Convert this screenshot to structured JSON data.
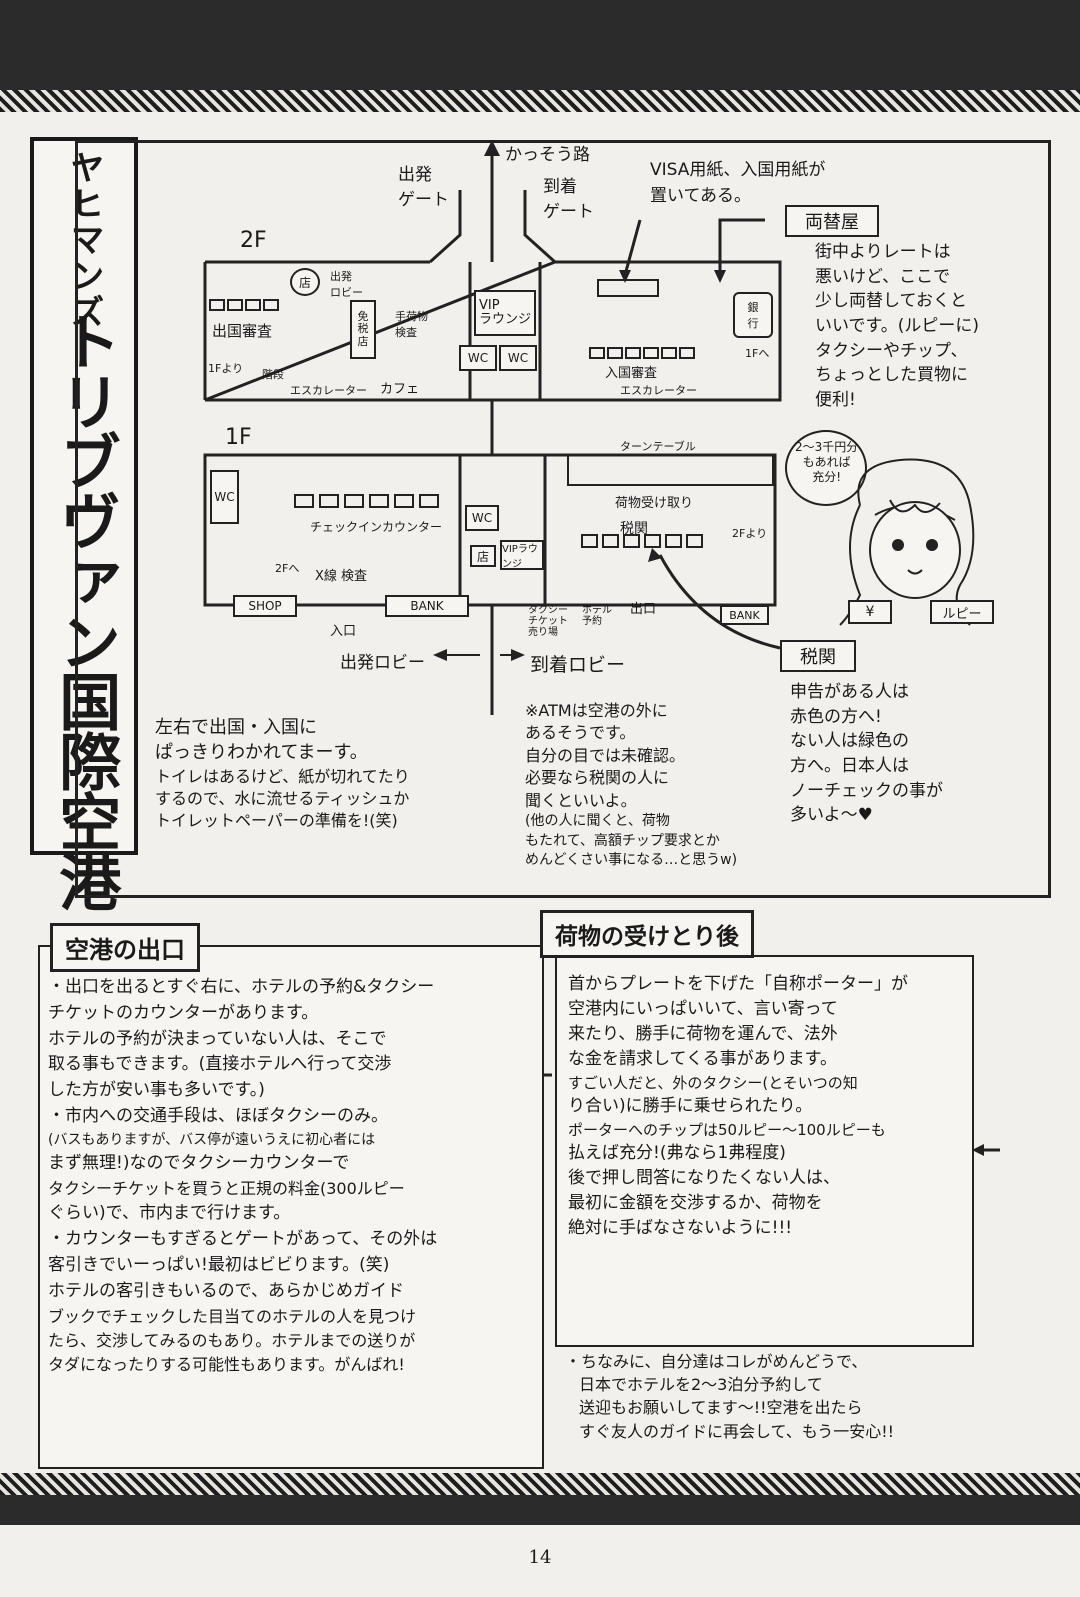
{
  "header": {},
  "title": {
    "subtitle": "ヤヒマンズ",
    "main": "トリブヴァン国際空港"
  },
  "map": {
    "floor2_label": "2F",
    "floor1_label": "1F",
    "top_labels": {
      "departure_gate": "出発\nゲート",
      "runway": "かっそう路",
      "arrival_gate": "到着\nゲート",
      "visa_note": "VISA用紙、入国用紙が\n置いてある。"
    },
    "floor2_rooms": {
      "shop": "店",
      "departure_lobby": "出発\nロビー",
      "departure_check": "出国審査",
      "duty_free": "免\n税\n店",
      "baggage_check": "手荷物\n検査",
      "vip_lounge": "VIP\nラウンジ",
      "wc1": "WC",
      "wc2": "WC",
      "to_1f_left": "1Fより",
      "stairs": "階段",
      "escalator": "エスカレーター",
      "cafe": "カフェ",
      "immigration": "入国審査",
      "escalator2": "エスカレーター",
      "to_1f_right": "1Fへ",
      "bank": "銀\n行"
    },
    "floor1_rooms": {
      "wc_left": "WC",
      "checkin_counter": "チェックインカウンター",
      "wc_mid": "WC",
      "xray": "X線 検査",
      "to_2f": "2Fへ",
      "shop": "SHOP",
      "bank": "BANK",
      "entrance": "入口",
      "shop_icon": "店",
      "vip_lounge": "VIPラウンジ",
      "turntable": "ターンテーブル",
      "baggage_claim": "荷物受け取り",
      "customs": "税関",
      "from_2f": "2Fより",
      "exit": "出口",
      "bank_right": "BANK",
      "taxi_ticket": "タクシー\nチケット\n売り場",
      "hotel_booking": "ホテル\n予約"
    },
    "bottom_labels": {
      "dep_lobby": "出発ロビー",
      "arr_lobby": "到着ロビー"
    },
    "exchange": {
      "label": "両替屋",
      "note": [
        "街中よりレートは",
        "悪いけど、ここで",
        "少し両替しておくと",
        "いいです。(ルピーに)",
        "タクシーやチップ、",
        "ちょっとした買物に",
        "便利!"
      ]
    },
    "speech": "2〜3千円分\nもあれば\n充分!",
    "yen_label": "¥",
    "rupee_label": "ルピー",
    "customs_box": {
      "label": "税関",
      "note": [
        "申告がある人は",
        "赤色の方へ!",
        "ない人は緑色の",
        "方へ。日本人は",
        "ノーチェックの事が",
        "多いよ〜♥"
      ]
    },
    "left_note": [
      "左右で出国・入国に",
      "ぱっきりわかれてまーす。",
      "トイレはあるけど、紙が切れてたり",
      "するので、水に流せるティッシュか",
      "トイレットペーパーの準備を!(笑)"
    ],
    "atm_note": [
      "※ATMは空港の外に",
      "あるそうです。",
      "自分の目では未確認。",
      "必要なら税関の人に",
      "聞くといいよ。",
      "(他の人に聞くと、荷物",
      "もたれて、高額チップ要求とか",
      "めんどくさい事になる…と思うw)"
    ]
  },
  "exit_section": {
    "title": "空港の出口",
    "bullets": [
      [
        "・出口を出るとすぐ右に、ホテルの予約&タクシー",
        "チケットのカウンターがあります。",
        "ホテルの予約が決まっていない人は、そこで",
        "取る事もできます。(直接ホテルへ行って交渉",
        "した方が安い事も多いです。)"
      ],
      [
        "・市内への交通手段は、ほぼタクシーのみ。",
        "(バスもありますが、バス停が遠いうえに初心者には",
        "まず無理!)なのでタクシーカウンターで",
        "タクシーチケットを買うと正規の料金(300ルピー",
        "ぐらい)で、市内まで行けます。"
      ],
      [
        "・カウンターもすぎるとゲートがあって、その外は",
        "客引きでいーっぱい!最初はビビります。(笑)",
        "ホテルの客引きもいるので、あらかじめガイド",
        "ブックでチェックした目当てのホテルの人を見つけ",
        "たら、交渉してみるのもあり。ホテルまでの送りが",
        "タダになったりする可能性もあります。がんばれ!"
      ]
    ]
  },
  "baggage_section": {
    "title": "荷物の受けとり後",
    "lines": [
      "首からプレートを下げた「自称ポーター」が",
      "空港内にいっぱいいて、言い寄って",
      "来たり、勝手に荷物を運んで、法外",
      "な金を請求してくる事があります。",
      "すごい人だと、外のタクシー(とそいつの知",
      "り合い)に勝手に乗せられたり。",
      "ポーターへのチップは50ルピー〜100ルピーも",
      "払えば充分!(弗なら1弗程度)",
      "後で押し問答になりたくない人は、",
      "最初に金額を交渉するか、荷物を",
      "絶対に手ばなさないように!!!"
    ],
    "footnote": [
      "・ちなみに、自分達はコレがめんどうで、",
      "日本でホテルを2〜3泊分予約して",
      "送迎もお願いしてます〜!!空港を出たら",
      "すぐ友人のガイドに再会して、もう一安心!!"
    ]
  },
  "footer": {
    "page_number": "14"
  }
}
